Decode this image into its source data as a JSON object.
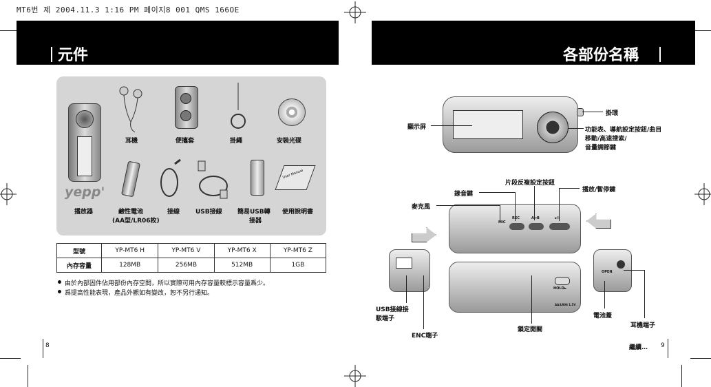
{
  "print_header": "MT6번 제 2004.11.3 1:16 PM 페이지8 001 QMS 166OE",
  "left": {
    "title": "元件",
    "components": [
      {
        "label": "播放器"
      },
      {
        "label": "耳機"
      },
      {
        "label": "便攜套"
      },
      {
        "label": "掛繩"
      },
      {
        "label": "安裝光碟"
      },
      {
        "label": "鹼性電池",
        "sub": "(AA型/LR06枚)"
      },
      {
        "label": "接線"
      },
      {
        "label": "USB接線"
      },
      {
        "label": "簡易USB轉",
        "sub": "接器"
      },
      {
        "label": "使用說明書"
      }
    ],
    "brand_logo": "yepp'",
    "manual_booklet_text": "User Manual",
    "table": {
      "row1": [
        "型號",
        "YP-MT6 H",
        "YP-MT6 V",
        "YP-MT6 X",
        "YP-MT6 Z"
      ],
      "row2": [
        "內存容量",
        "128MB",
        "256MB",
        "512MB",
        "1GB"
      ]
    },
    "notes": [
      "由於內部固件佔用部份內存空間，所以實際可用內存容量較標示容量爲少。",
      "爲提高性能表現，產品外觀如有變改，恕不另行通知。"
    ],
    "page_number": "8"
  },
  "right": {
    "title": "各部份名稱",
    "labels": {
      "display": "顯示屏",
      "strap_hook": "掛環",
      "nav_l1": "功能表、導航設定按鈕/曲目",
      "nav_l2": "移動/高速搜索/",
      "nav_l3": "音量調節鍵",
      "ab_repeat": "片段反複設定按鈕",
      "record": "錄音鍵",
      "play_pause": "播放/暫停鍵",
      "mic": "麥克風",
      "usb_l1": "USB接線接",
      "usb_l2": "駁端子",
      "enc": "ENC端子",
      "hold": "鎖定開關",
      "battery_cover": "電池蓋",
      "earphone_jack": "耳機端子"
    },
    "device_text": {
      "mic": "MIC",
      "rec": "REC",
      "ab": "A↔B",
      "play": "►II",
      "hold": "HOLD►",
      "open": "OPEN",
      "battery": "AA/LR06 1.5V"
    },
    "continue": "繼續…",
    "page_number": "9"
  }
}
